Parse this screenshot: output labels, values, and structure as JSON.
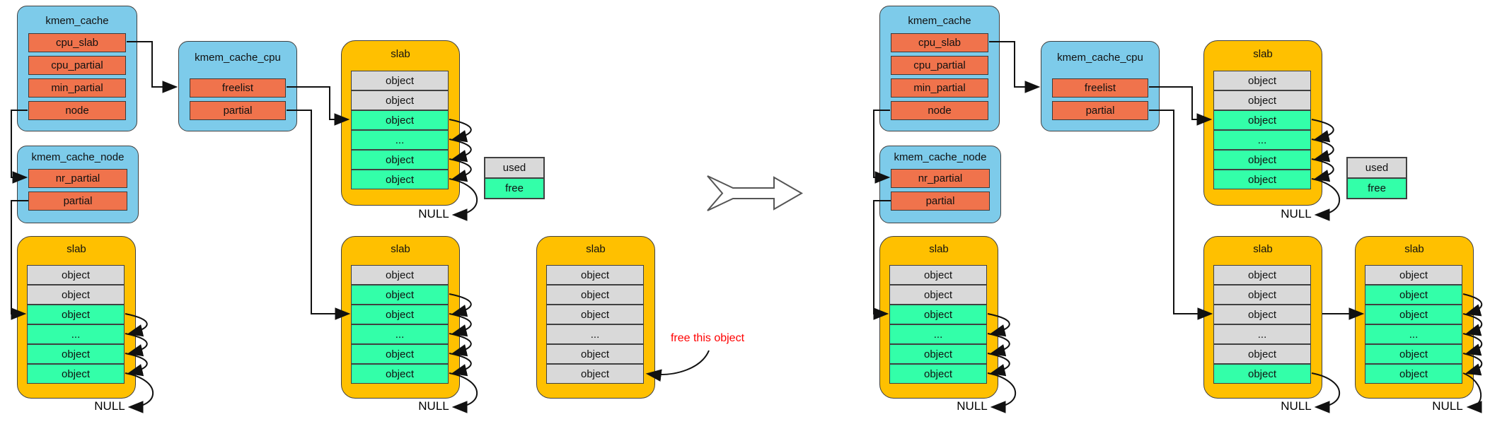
{
  "colors": {
    "struct_box_blue": "#7DCBEA",
    "field_orange": "#F0734C",
    "slab_gold": "#FFC000",
    "free_green": "#33FFA9",
    "used_gray": "#D9D9D9",
    "annotation_red": "#FF0000"
  },
  "legend": {
    "used_label": "used",
    "free_label": "free"
  },
  "left": {
    "kmem_cache": {
      "title": "kmem_cache",
      "fields": [
        "cpu_slab",
        "cpu_partial",
        "min_partial",
        "node"
      ]
    },
    "kmem_cache_cpu": {
      "title": "kmem_cache_cpu",
      "fields": [
        "freelist",
        "partial"
      ]
    },
    "kmem_cache_node": {
      "title": "kmem_cache_node",
      "fields": [
        "nr_partial",
        "partial"
      ]
    },
    "slab_cpu": {
      "title": "slab",
      "null_label": "NULL",
      "rows": [
        {
          "label": "object",
          "state": "used"
        },
        {
          "label": "object",
          "state": "used"
        },
        {
          "label": "object",
          "state": "free"
        },
        {
          "label": "...",
          "state": "free"
        },
        {
          "label": "object",
          "state": "free"
        },
        {
          "label": "object",
          "state": "free"
        }
      ]
    },
    "slab_node_partial": {
      "title": "slab",
      "null_label": "NULL",
      "rows": [
        {
          "label": "object",
          "state": "used"
        },
        {
          "label": "object",
          "state": "used"
        },
        {
          "label": "object",
          "state": "free"
        },
        {
          "label": "...",
          "state": "free"
        },
        {
          "label": "object",
          "state": "free"
        },
        {
          "label": "object",
          "state": "free"
        }
      ]
    },
    "slab_cpu_partial": {
      "title": "slab",
      "null_label": "NULL",
      "rows": [
        {
          "label": "object",
          "state": "used"
        },
        {
          "label": "object",
          "state": "free"
        },
        {
          "label": "object",
          "state": "free"
        },
        {
          "label": "...",
          "state": "free"
        },
        {
          "label": "object",
          "state": "free"
        },
        {
          "label": "object",
          "state": "free"
        }
      ]
    },
    "slab_full": {
      "title": "slab",
      "rows": [
        {
          "label": "object",
          "state": "used"
        },
        {
          "label": "object",
          "state": "used"
        },
        {
          "label": "object",
          "state": "used"
        },
        {
          "label": "...",
          "state": "used"
        },
        {
          "label": "object",
          "state": "used"
        },
        {
          "label": "object",
          "state": "used"
        }
      ]
    },
    "annotation": "free this object"
  },
  "right": {
    "kmem_cache": {
      "title": "kmem_cache",
      "fields": [
        "cpu_slab",
        "cpu_partial",
        "min_partial",
        "node"
      ]
    },
    "kmem_cache_cpu": {
      "title": "kmem_cache_cpu",
      "fields": [
        "freelist",
        "partial"
      ]
    },
    "kmem_cache_node": {
      "title": "kmem_cache_node",
      "fields": [
        "nr_partial",
        "partial"
      ]
    },
    "slab_cpu": {
      "title": "slab",
      "null_label": "NULL",
      "rows": [
        {
          "label": "object",
          "state": "used"
        },
        {
          "label": "object",
          "state": "used"
        },
        {
          "label": "object",
          "state": "free"
        },
        {
          "label": "...",
          "state": "free"
        },
        {
          "label": "object",
          "state": "free"
        },
        {
          "label": "object",
          "state": "free"
        }
      ]
    },
    "slab_node_partial": {
      "title": "slab",
      "null_label": "NULL",
      "rows": [
        {
          "label": "object",
          "state": "used"
        },
        {
          "label": "object",
          "state": "used"
        },
        {
          "label": "object",
          "state": "free"
        },
        {
          "label": "...",
          "state": "free"
        },
        {
          "label": "object",
          "state": "free"
        },
        {
          "label": "object",
          "state": "free"
        }
      ]
    },
    "slab_freed": {
      "title": "slab",
      "null_label": "NULL",
      "rows": [
        {
          "label": "object",
          "state": "used"
        },
        {
          "label": "object",
          "state": "used"
        },
        {
          "label": "object",
          "state": "used"
        },
        {
          "label": "...",
          "state": "used"
        },
        {
          "label": "object",
          "state": "used"
        },
        {
          "label": "object",
          "state": "free"
        }
      ]
    },
    "slab_cpu_partial": {
      "title": "slab",
      "null_label": "NULL",
      "rows": [
        {
          "label": "object",
          "state": "used"
        },
        {
          "label": "object",
          "state": "free"
        },
        {
          "label": "object",
          "state": "free"
        },
        {
          "label": "...",
          "state": "free"
        },
        {
          "label": "object",
          "state": "free"
        },
        {
          "label": "object",
          "state": "free"
        }
      ]
    }
  }
}
